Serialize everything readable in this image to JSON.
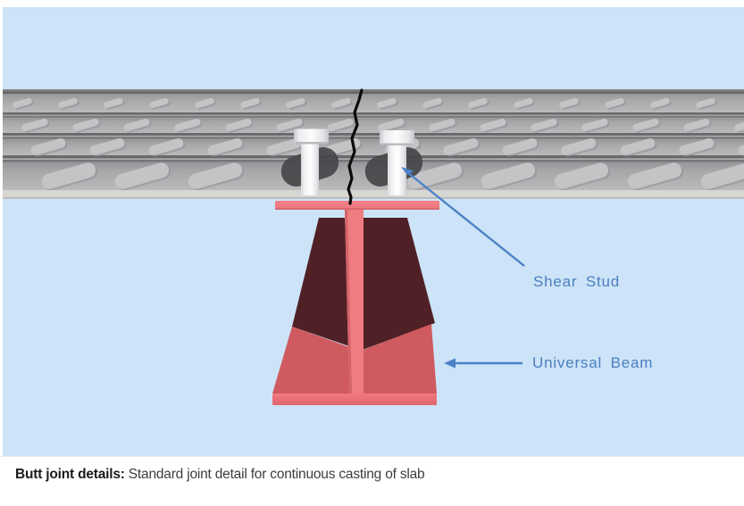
{
  "figure": {
    "labels": {
      "shear_stud": "Shear Stud",
      "universal_beam": "Universal Beam"
    },
    "caption": {
      "lead": "Butt joint details:",
      "rest": "Standard joint detail for continuous casting of slab"
    },
    "colors": {
      "canvas_blue": "#cde3f7",
      "label_blue": "#4b7fc0",
      "arrow_blue": "#4b82c8",
      "beam_salmon": "#ef7c81",
      "beam_red": "#cf5a60",
      "beam_shadow": "#4f2126",
      "deck_gray": "#a9a9ac",
      "deck_ridge": "#6a6a6d",
      "deck_bottom_strip": "#d7d6d2",
      "stud_white": "#f6f6f8",
      "stud_shadow": "#46464a",
      "joint_black": "#0b0b0b",
      "caption_bold": "#1b1b1b",
      "caption_text": "#3d3d3d"
    }
  }
}
